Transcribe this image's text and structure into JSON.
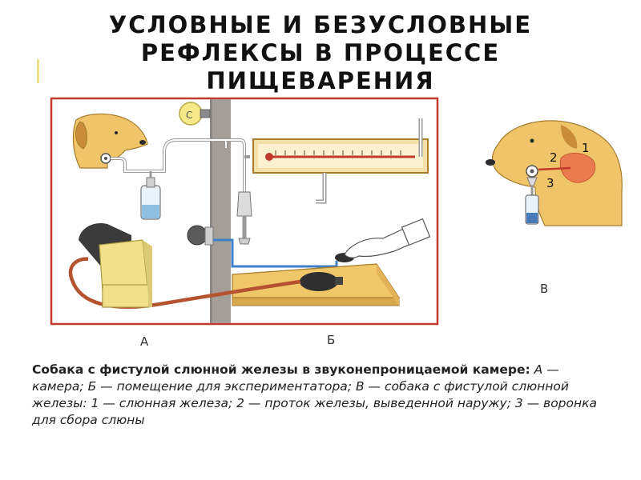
{
  "slide": {
    "title_line1": "УСЛОВНЫЕ И БЕЗУСЛОВНЫЕ",
    "title_line2": "РЕФЛЕКСЫ В ПРОЦЕССЕ",
    "title_line3": "ПИЩЕВАРЕНИЯ"
  },
  "figure": {
    "label_a": "А",
    "label_b": "Б",
    "label_v": "В",
    "num_1": "1",
    "num_2": "2",
    "num_3": "3",
    "bulb_letter": "С",
    "colors": {
      "dog": "#f0c56a",
      "wall": "#a39e98",
      "frame_red": "#c0392b",
      "tube_blue": "#3f7fc8",
      "hose": "#b5522f",
      "table": "#f0c86a"
    }
  },
  "caption": {
    "bold": "Собака с фистулой слюнной железы в звуконепроницаемой камере:",
    "rest": " А — камера; Б — помещение для экспериментатора; В — собака с фистулой слюнной железы: 1 — слюнная железа; 2 — проток железы, выведенной наружу; 3 — воронка для сбора слюны"
  }
}
